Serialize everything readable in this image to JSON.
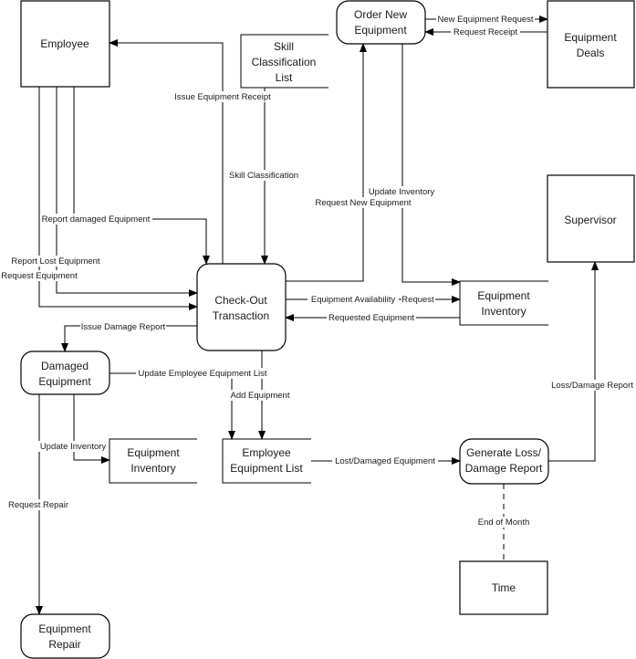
{
  "nodes": {
    "employee": "Employee",
    "skill_list": [
      "Skill",
      "Classification",
      "List"
    ],
    "order_new_equipment": [
      "Order New",
      "Equipment"
    ],
    "equipment_deals": [
      "Equipment",
      "Deals"
    ],
    "supervisor": "Supervisor",
    "checkout": [
      "Check-Out",
      "Transaction"
    ],
    "equipment_inventory_right": [
      "Equipment",
      "Inventory"
    ],
    "damaged_equipment": [
      "Damaged",
      "Equipment"
    ],
    "equipment_inventory_left": [
      "Equipment",
      "Inventory"
    ],
    "employee_equipment_list": [
      "Employee",
      "Equipment List"
    ],
    "generate_report": [
      "Generate Loss/",
      "Damage Report"
    ],
    "time": "Time",
    "equipment_repair": [
      "Equipment",
      "Repair"
    ]
  },
  "flows": {
    "new_equipment_request": "New Equipment Request",
    "request_receipt": "Request Receipt",
    "issue_equipment_receipt": "Issue Equipment Receipt",
    "skill_classification": "Skill Classification",
    "update_inventory_top": "Update Inventory",
    "request_new_equipment": "Request New Equipment",
    "report_damaged_equipment": "Report damaged Equipment",
    "report_lost_equipment": "Report Lost Equipment",
    "request_equipment": "Request Equipment",
    "equipment_availability": "Equipment Availability",
    "request": "Request",
    "requested_equipment": "Requested Equipment",
    "issue_damage_report": "Issue Damage Report",
    "update_employee_equipment_list": "Update Employee Equipment List",
    "add_equipment": "Add Equipment",
    "update_inventory_left": "Update Inventory",
    "lost_damaged_equipment": "Lost/Damaged Equipment",
    "loss_damage_report": "Loss/Damage Report",
    "end_of_month": "End of Month",
    "request_repair": "Request Repair"
  }
}
